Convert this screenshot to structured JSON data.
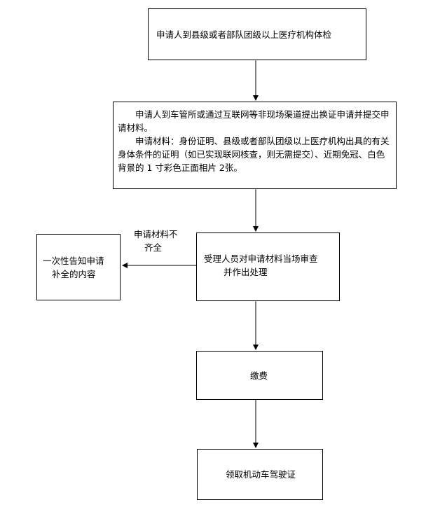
{
  "flowchart": {
    "steps": {
      "health_check": "申请人到县级或者部队团级以上医疗机构体检",
      "submit_application": {
        "line1": "申请人到车管所或通过互联网等非现场渠道提出换证申请并提交申请材料。",
        "line2": "申请材料：身份证明、县级或者部队团级以上医疗机构出具的有关身体条件的证明（如已实现联网核查，则无需提交）、近期免冠、白色背景的 1 寸彩色正面相片 2张。"
      },
      "review": {
        "line1": "受理人员对申请材料当场审查",
        "line2": "并作出处理"
      },
      "supplement": {
        "line1": "一次性告知申请",
        "line2": "补全的内容"
      },
      "pay_fee": "缴费",
      "collect_license": "领取机动车驾驶证"
    },
    "branch_label": {
      "line1": "申请材料不",
      "line2": "齐全"
    }
  }
}
